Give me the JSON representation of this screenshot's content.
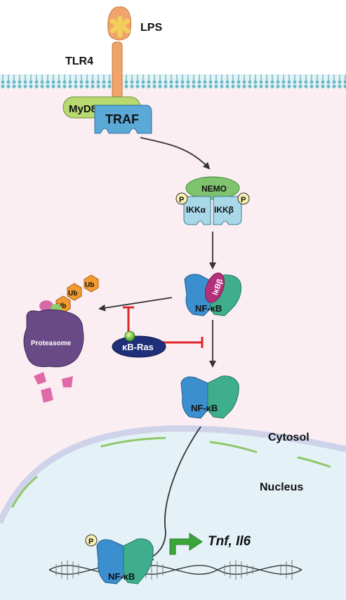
{
  "labels": {
    "lps": "LPS",
    "tlr4": "TLR4",
    "myd88": "MyD88",
    "traf": "TRAF",
    "nemo": "NEMO",
    "ikka": "IKKα",
    "ikkb": "IKKβ",
    "phospho": "P",
    "ikbb": "IκBβ",
    "nfkb": "NF-κB",
    "ub": "Ub",
    "proteasome": "Proteasome",
    "kbras": "κB-Ras",
    "cytosol": "Cytosol",
    "nucleus": "Nucleus",
    "genes": "Tnf, Il6"
  },
  "colors": {
    "cytoplasm": "#fbeef3",
    "nucleoplasm": "#e4f2f7",
    "membrane": "#7fc3cf",
    "tlr4": "#f0a36a",
    "myd88": "#b7d96f",
    "traf": "#5aa9d6",
    "nemo": "#7fc36e",
    "ikk": "#a9d8e8",
    "nfkb_blue": "#3b8fcf",
    "nfkb_green": "#3fae8c",
    "ikbb": "#b3307a",
    "ub": "#f29a2e",
    "proteasome": "#6a4a86",
    "kbras": "#1f2f7a",
    "inhibit": "#e0262b",
    "arrow_green": "#3aa63a"
  }
}
